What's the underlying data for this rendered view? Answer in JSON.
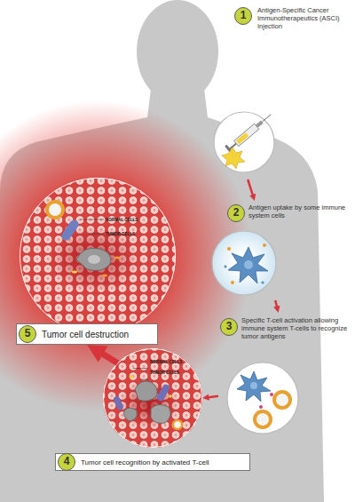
{
  "diagram": {
    "nodes": [
      {
        "text": [
          "1",
          "Antigen-Specific Cancer Immunotherapeutics (ASCI) Injection"
        ]
      },
      {
        "text": [
          "2",
          "Antigen uptake by some immune system cells"
        ]
      },
      {
        "text": [
          "3",
          "Specific T-cell activation allowing immune system T-cells to recognize tumor antigens"
        ]
      },
      {
        "text": [
          "NORMAL CELLS",
          "TUMOR CELLS"
        ]
      },
      {
        "text": [
          "4",
          "Tumor cell recognition by activated T-cell"
        ]
      },
      {
        "text": [
          "NORMAL CELLS",
          "TUMOR CELLS"
        ]
      },
      {
        "text": [
          "5",
          "Tumor cell destruction"
        ]
      }
    ],
    "edges": [
      {
        "from": 0,
        "to": 1,
        "arrow": "to"
      },
      {
        "from": 1,
        "to": 2,
        "arrow": "to"
      },
      {
        "from": 2,
        "to": 3,
        "arrow": "to"
      },
      {
        "from": 3,
        "to": 6,
        "arrow": "to"
      }
    ]
  }
}
